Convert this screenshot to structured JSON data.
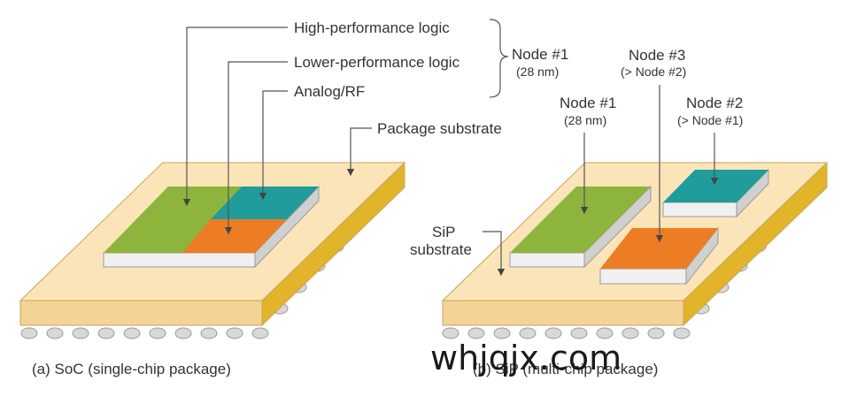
{
  "labels": {
    "high_perf": "High-performance logic",
    "lower_perf": "Lower-performance logic",
    "analog_rf": "Analog/RF",
    "package_substrate": "Package substrate",
    "soc_node": "Node #1",
    "soc_node_sub": "(28 nm)",
    "sip_node1": "Node #1",
    "sip_node1_sub": "(28 nm)",
    "sip_node2": "Node #2",
    "sip_node2_sub": "(> Node #1)",
    "sip_node3": "Node #3",
    "sip_node3_sub": "(> Node #2)",
    "sip_substrate_1": "SiP",
    "sip_substrate_2": "substrate"
  },
  "captions": {
    "soc": "(a) SoC  (single-chip package)",
    "sip": "(b) SiP (multi-chip package)"
  },
  "watermark": "whjqjx.com",
  "colors": {
    "substrate_top": "#fbe5b8",
    "substrate_front": "#f3d496",
    "substrate_side": "#e2b42a",
    "high_perf_logic": "#8db43c",
    "lower_perf_logic": "#ec7d24",
    "analog_rf": "#1f9c9b",
    "chip_base": "#f0f0f0",
    "solder_ball": "#d8d8d8"
  }
}
